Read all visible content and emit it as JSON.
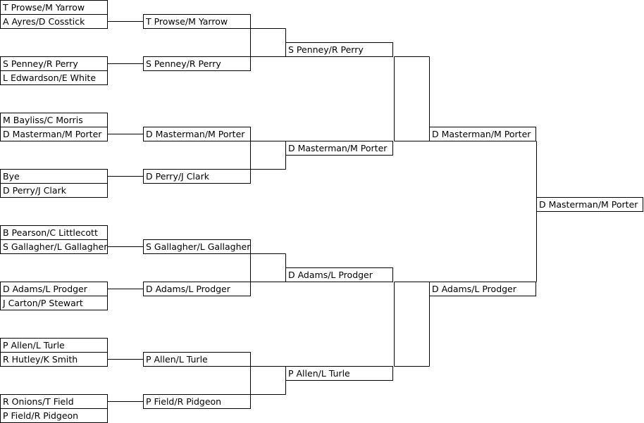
{
  "round1": [
    "T Prowse/M Yarrow",
    "A Ayres/D Cosstick",
    "S Penney/R Perry",
    "L Edwardson/E White",
    "M Bayliss/C Morris",
    "D Masterman/M Porter",
    "Bye",
    "D Perry/J Clark",
    "B Pearson/C Littlecott",
    "S Gallagher/L Gallagher",
    "D Adams/L Prodger",
    "J Carton/P Stewart",
    "P Allen/L Turle",
    "R Hutley/K Smith",
    "R Onions/T Field",
    "P Field/R Pidgeon"
  ],
  "round2": [
    "T Prowse/M Yarrow",
    "S Penney/R Perry",
    "D Masterman/M Porter",
    "D Perry/J Clark",
    "S Gallagher/L Gallagher",
    "D Adams/L Prodger",
    "P Allen/L Turle",
    "P Field/R Pidgeon"
  ],
  "round3": [
    "S Penney/R Perry",
    "D Masterman/M Porter",
    "D Adams/L Prodger",
    "P Allen/L Turle"
  ],
  "round4": [
    "D Masterman/M Porter",
    "D Adams/L Prodger"
  ],
  "winner": "D Masterman/M Porter"
}
